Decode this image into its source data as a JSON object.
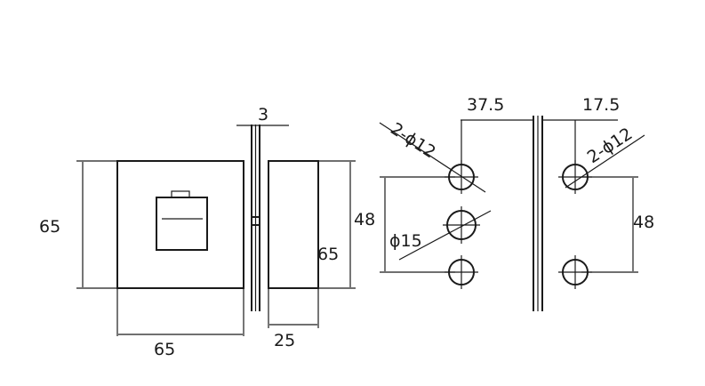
{
  "dimensions": {
    "side_height": "65",
    "front_width": "65",
    "gap": "3",
    "front_height": "48",
    "side_height_2": "65",
    "side_depth": "25",
    "hole_spacing_left": "37.5",
    "hole_spacing_right": "17.5",
    "hole_callout_left": "2-ϕ12",
    "hole_callout_right": "2-ϕ12",
    "center_hole": "ϕ15",
    "vertical_spacing_left": "48",
    "vertical_spacing_right": "48"
  }
}
